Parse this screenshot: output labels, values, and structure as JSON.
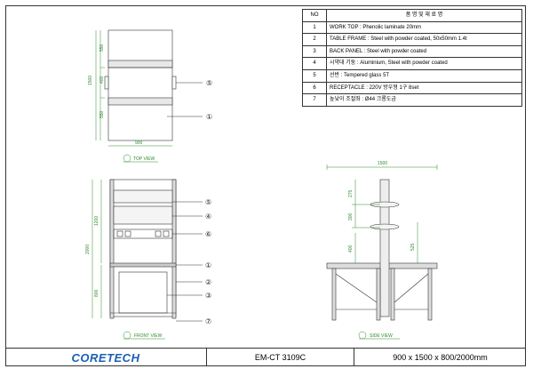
{
  "parts_table": {
    "header_no": "NO",
    "header_name": "품 명  및  재 료 명",
    "rows": [
      {
        "no": "1",
        "text": "WORK TOP : Phenolic laminate 20mm"
      },
      {
        "no": "2",
        "text": "TABLE FRAME : Steel with powder coated, 50x50mm 1.4t"
      },
      {
        "no": "3",
        "text": "BACK PANEL : Steel with powder coated"
      },
      {
        "no": "4",
        "text": "시약대 기둥 : Aluminium, Steel with powder coated"
      },
      {
        "no": "5",
        "text": "선반 : Tempered glass 5T"
      },
      {
        "no": "6",
        "text": "RECEPTACLE : 220V 방우형 1구 8set"
      },
      {
        "no": "7",
        "text": "높낮이 조절좌 : Ø44 크롬도금"
      }
    ]
  },
  "views": {
    "top": {
      "label": "TOP VIEW",
      "dims": {
        "width": "900",
        "depth_total": "1500",
        "seg_a": "550",
        "seg_b": "400",
        "seg_c": "550"
      },
      "callouts": [
        "⑤",
        "①"
      ]
    },
    "front": {
      "label": "FRONT VIEW",
      "dims": {
        "total_height": "2000",
        "upper": "1200",
        "lower": "800"
      },
      "callouts": [
        "⑤",
        "④",
        "⑥",
        "①",
        "②",
        "③",
        "⑦"
      ]
    },
    "side": {
      "label": "SIDE VIEW",
      "dims": {
        "width": "1500",
        "h1": "275",
        "h2": "300",
        "h3": "400",
        "h4": "525"
      }
    }
  },
  "title_block": {
    "logo": "CORETECH",
    "model": "EM-CT 3109C",
    "size": "900 x 1500 x 800/2000mm"
  }
}
